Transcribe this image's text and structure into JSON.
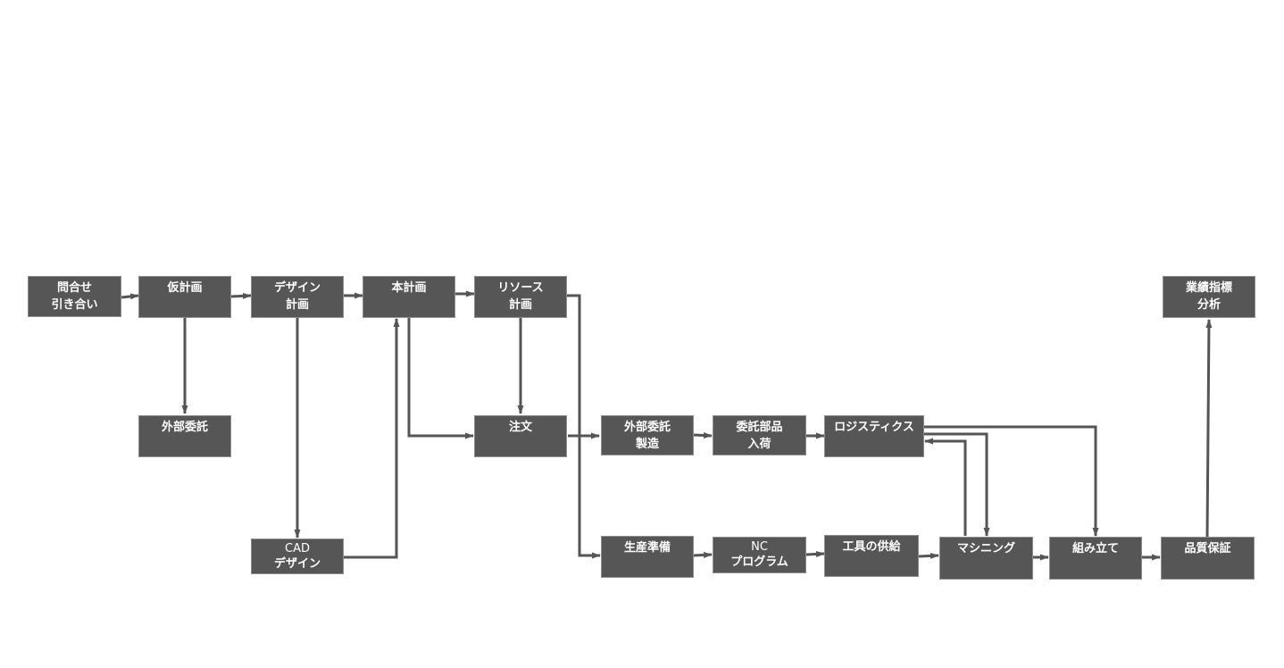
{
  "diagram": {
    "nodes": {
      "inquiry": [
        "問合せ",
        "引き合い"
      ],
      "prelim_plan": [
        "仮計画"
      ],
      "outsourcing": [
        "外部委託"
      ],
      "design_plan": [
        "デザイン",
        "計画"
      ],
      "cad_design": [
        "CAD",
        "デザイン"
      ],
      "main_plan": [
        "本計画"
      ],
      "resource_plan": [
        "リソース",
        "計画"
      ],
      "order": [
        "注文"
      ],
      "outsourced_mfg": [
        "外部委託",
        "製造"
      ],
      "parts_arrival": [
        "委託部品",
        "入荷"
      ],
      "logistics": [
        "ロジスティクス"
      ],
      "prod_prep": [
        "生産準備"
      ],
      "nc_program": [
        "NC",
        "プログラム"
      ],
      "tool_supply": [
        "工具の供給"
      ],
      "machining": [
        "マシニング"
      ],
      "assembly": [
        "組み立て"
      ],
      "quality": [
        "品質保証"
      ],
      "kpi": [
        "業績指標",
        "分析"
      ]
    },
    "colors": {
      "box_fill": "#565656",
      "box_border": "#8e8e8e",
      "box_text": "#ffffff",
      "connector": "#555555"
    }
  }
}
